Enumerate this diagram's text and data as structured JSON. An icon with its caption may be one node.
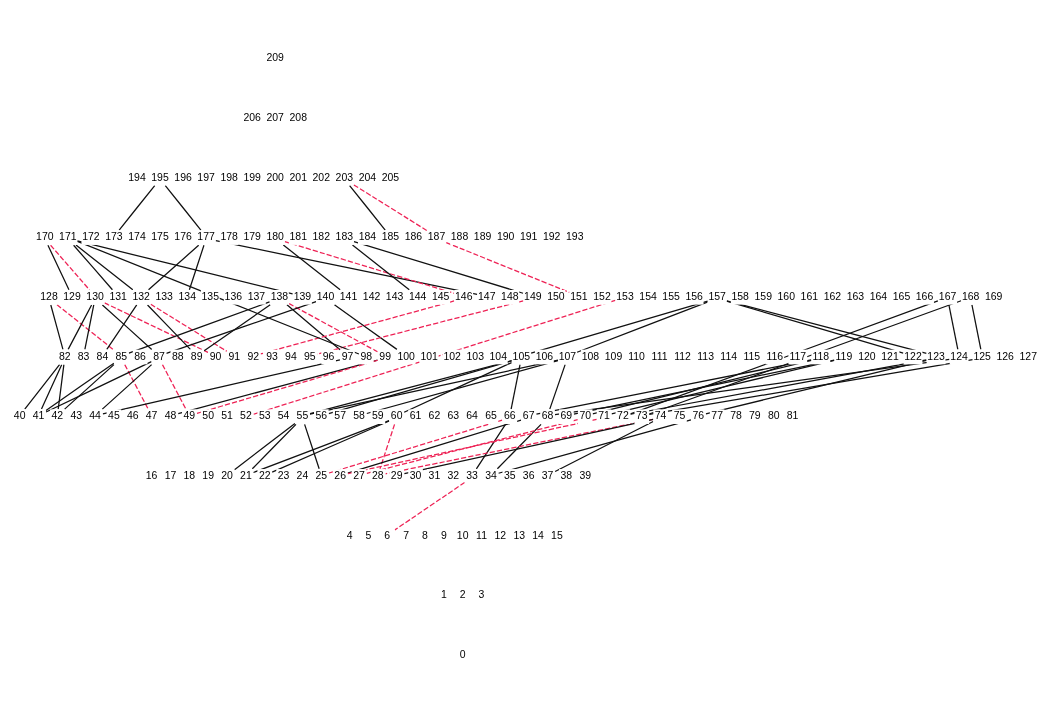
{
  "diagram": {
    "nodes": [
      {
        "text": [
          "0"
        ]
      },
      {
        "text": [
          "1"
        ]
      },
      {
        "text": [
          "2"
        ]
      },
      {
        "text": [
          "3"
        ]
      },
      {
        "text": [
          "4"
        ]
      },
      {
        "text": [
          "5"
        ]
      },
      {
        "text": [
          "6"
        ]
      },
      {
        "text": [
          "7"
        ]
      },
      {
        "text": [
          "8"
        ]
      },
      {
        "text": [
          "9"
        ]
      },
      {
        "text": [
          "10"
        ]
      },
      {
        "text": [
          "11"
        ]
      },
      {
        "text": [
          "12"
        ]
      },
      {
        "text": [
          "13"
        ]
      },
      {
        "text": [
          "14"
        ]
      },
      {
        "text": [
          "15"
        ]
      },
      {
        "text": [
          "16"
        ]
      },
      {
        "text": [
          "17"
        ]
      },
      {
        "text": [
          "18"
        ]
      },
      {
        "text": [
          "19"
        ]
      },
      {
        "text": [
          "20"
        ]
      },
      {
        "text": [
          "21"
        ]
      },
      {
        "text": [
          "22"
        ]
      },
      {
        "text": [
          "23"
        ]
      },
      {
        "text": [
          "24"
        ]
      },
      {
        "text": [
          "25"
        ]
      },
      {
        "text": [
          "26"
        ]
      },
      {
        "text": [
          "27"
        ]
      },
      {
        "text": [
          "28"
        ]
      },
      {
        "text": [
          "29"
        ]
      },
      {
        "text": [
          "30"
        ]
      },
      {
        "text": [
          "31"
        ]
      },
      {
        "text": [
          "32"
        ]
      },
      {
        "text": [
          "33"
        ]
      },
      {
        "text": [
          "34"
        ]
      },
      {
        "text": [
          "35"
        ]
      },
      {
        "text": [
          "36"
        ]
      },
      {
        "text": [
          "37"
        ]
      },
      {
        "text": [
          "38"
        ]
      },
      {
        "text": [
          "39"
        ]
      },
      {
        "text": [
          "40"
        ]
      },
      {
        "text": [
          "41"
        ]
      },
      {
        "text": [
          "42"
        ]
      },
      {
        "text": [
          "43"
        ]
      },
      {
        "text": [
          "44"
        ]
      },
      {
        "text": [
          "45"
        ]
      },
      {
        "text": [
          "46"
        ]
      },
      {
        "text": [
          "47"
        ]
      },
      {
        "text": [
          "48"
        ]
      },
      {
        "text": [
          "49"
        ]
      },
      {
        "text": [
          "50"
        ]
      },
      {
        "text": [
          "51"
        ]
      },
      {
        "text": [
          "52"
        ]
      },
      {
        "text": [
          "53"
        ]
      },
      {
        "text": [
          "54"
        ]
      },
      {
        "text": [
          "55"
        ]
      },
      {
        "text": [
          "56"
        ]
      },
      {
        "text": [
          "57"
        ]
      },
      {
        "text": [
          "58"
        ]
      },
      {
        "text": [
          "59"
        ]
      },
      {
        "text": [
          "60"
        ]
      },
      {
        "text": [
          "61"
        ]
      },
      {
        "text": [
          "62"
        ]
      },
      {
        "text": [
          "63"
        ]
      },
      {
        "text": [
          "64"
        ]
      },
      {
        "text": [
          "65"
        ]
      },
      {
        "text": [
          "66"
        ]
      },
      {
        "text": [
          "67"
        ]
      },
      {
        "text": [
          "68"
        ]
      },
      {
        "text": [
          "69"
        ]
      },
      {
        "text": [
          "70"
        ]
      },
      {
        "text": [
          "71"
        ]
      },
      {
        "text": [
          "72"
        ]
      },
      {
        "text": [
          "73"
        ]
      },
      {
        "text": [
          "74"
        ]
      },
      {
        "text": [
          "75"
        ]
      },
      {
        "text": [
          "76"
        ]
      },
      {
        "text": [
          "77"
        ]
      },
      {
        "text": [
          "78"
        ]
      },
      {
        "text": [
          "79"
        ]
      },
      {
        "text": [
          "80"
        ]
      },
      {
        "text": [
          "81"
        ]
      },
      {
        "text": [
          "82"
        ]
      },
      {
        "text": [
          "83"
        ]
      },
      {
        "text": [
          "84"
        ]
      },
      {
        "text": [
          "85"
        ]
      },
      {
        "text": [
          "86"
        ]
      },
      {
        "text": [
          "87"
        ]
      },
      {
        "text": [
          "88"
        ]
      },
      {
        "text": [
          "89"
        ]
      },
      {
        "text": [
          "90"
        ]
      },
      {
        "text": [
          "91"
        ]
      },
      {
        "text": [
          "92"
        ]
      },
      {
        "text": [
          "93"
        ]
      },
      {
        "text": [
          "94"
        ]
      },
      {
        "text": [
          "95"
        ]
      },
      {
        "text": [
          "96"
        ]
      },
      {
        "text": [
          "97"
        ]
      },
      {
        "text": [
          "98"
        ]
      },
      {
        "text": [
          "99"
        ]
      },
      {
        "text": [
          "100"
        ]
      },
      {
        "text": [
          "101"
        ]
      },
      {
        "text": [
          "102"
        ]
      },
      {
        "text": [
          "103"
        ]
      },
      {
        "text": [
          "104"
        ]
      },
      {
        "text": [
          "105"
        ]
      },
      {
        "text": [
          "106"
        ]
      },
      {
        "text": [
          "107"
        ]
      },
      {
        "text": [
          "108"
        ]
      },
      {
        "text": [
          "109"
        ]
      },
      {
        "text": [
          "110"
        ]
      },
      {
        "text": [
          "111"
        ]
      },
      {
        "text": [
          "112"
        ]
      },
      {
        "text": [
          "113"
        ]
      },
      {
        "text": [
          "114"
        ]
      },
      {
        "text": [
          "115"
        ]
      },
      {
        "text": [
          "116"
        ]
      },
      {
        "text": [
          "117"
        ]
      },
      {
        "text": [
          "118"
        ]
      },
      {
        "text": [
          "119"
        ]
      },
      {
        "text": [
          "120"
        ]
      },
      {
        "text": [
          "121"
        ]
      },
      {
        "text": [
          "122"
        ]
      },
      {
        "text": [
          "123"
        ]
      },
      {
        "text": [
          "124"
        ]
      },
      {
        "text": [
          "125"
        ]
      },
      {
        "text": [
          "126"
        ]
      },
      {
        "text": [
          "127"
        ]
      },
      {
        "text": [
          "128"
        ]
      },
      {
        "text": [
          "129"
        ]
      },
      {
        "text": [
          "130"
        ]
      },
      {
        "text": [
          "131"
        ]
      },
      {
        "text": [
          "132"
        ]
      },
      {
        "text": [
          "133"
        ]
      },
      {
        "text": [
          "134"
        ]
      },
      {
        "text": [
          "135"
        ]
      },
      {
        "text": [
          "136"
        ]
      },
      {
        "text": [
          "137"
        ]
      },
      {
        "text": [
          "138"
        ]
      },
      {
        "text": [
          "139"
        ]
      },
      {
        "text": [
          "140"
        ]
      },
      {
        "text": [
          "141"
        ]
      },
      {
        "text": [
          "142"
        ]
      },
      {
        "text": [
          "143"
        ]
      },
      {
        "text": [
          "144"
        ]
      },
      {
        "text": [
          "145"
        ]
      },
      {
        "text": [
          "146"
        ]
      },
      {
        "text": [
          "147"
        ]
      },
      {
        "text": [
          "148"
        ]
      },
      {
        "text": [
          "149"
        ]
      },
      {
        "text": [
          "150"
        ]
      },
      {
        "text": [
          "151"
        ]
      },
      {
        "text": [
          "152"
        ]
      },
      {
        "text": [
          "153"
        ]
      },
      {
        "text": [
          "154"
        ]
      },
      {
        "text": [
          "155"
        ]
      },
      {
        "text": [
          "156"
        ]
      },
      {
        "text": [
          "157"
        ]
      },
      {
        "text": [
          "158"
        ]
      },
      {
        "text": [
          "159"
        ]
      },
      {
        "text": [
          "160"
        ]
      },
      {
        "text": [
          "161"
        ]
      },
      {
        "text": [
          "162"
        ]
      },
      {
        "text": [
          "163"
        ]
      },
      {
        "text": [
          "164"
        ]
      },
      {
        "text": [
          "165"
        ]
      },
      {
        "text": [
          "166"
        ]
      },
      {
        "text": [
          "167"
        ]
      },
      {
        "text": [
          "168"
        ]
      },
      {
        "text": [
          "169"
        ]
      },
      {
        "text": [
          "170"
        ]
      },
      {
        "text": [
          "171"
        ]
      },
      {
        "text": [
          "172"
        ]
      },
      {
        "text": [
          "173"
        ]
      },
      {
        "text": [
          "174"
        ]
      },
      {
        "text": [
          "175"
        ]
      },
      {
        "text": [
          "176"
        ]
      },
      {
        "text": [
          "177"
        ]
      },
      {
        "text": [
          "178"
        ]
      },
      {
        "text": [
          "179"
        ]
      },
      {
        "text": [
          "180"
        ]
      },
      {
        "text": [
          "181"
        ]
      },
      {
        "text": [
          "182"
        ]
      },
      {
        "text": [
          "183"
        ]
      },
      {
        "text": [
          "184"
        ]
      },
      {
        "text": [
          "185"
        ]
      },
      {
        "text": [
          "186"
        ]
      },
      {
        "text": [
          "187"
        ]
      },
      {
        "text": [
          "188"
        ]
      },
      {
        "text": [
          "189"
        ]
      },
      {
        "text": [
          "190"
        ]
      },
      {
        "text": [
          "191"
        ]
      },
      {
        "text": [
          "192"
        ]
      },
      {
        "text": [
          "193"
        ]
      },
      {
        "text": [
          "194"
        ]
      },
      {
        "text": [
          "195"
        ]
      },
      {
        "text": [
          "196"
        ]
      },
      {
        "text": [
          "197"
        ]
      },
      {
        "text": [
          "198"
        ]
      },
      {
        "text": [
          "199"
        ]
      },
      {
        "text": [
          "200"
        ]
      },
      {
        "text": [
          "201"
        ]
      },
      {
        "text": [
          "202"
        ]
      },
      {
        "text": [
          "203"
        ]
      },
      {
        "text": [
          "204"
        ]
      },
      {
        "text": [
          "205"
        ]
      },
      {
        "text": [
          "206"
        ]
      },
      {
        "text": [
          "207"
        ]
      },
      {
        "text": [
          "208"
        ]
      },
      {
        "text": [
          "209"
        ]
      }
    ],
    "edges": [
      {
        "from": 195,
        "to": 173,
        "arrow": "none"
      },
      {
        "from": 195,
        "to": 177,
        "arrow": "none"
      },
      {
        "from": 203,
        "to": 185,
        "arrow": "none"
      },
      {
        "from": 203,
        "to": 187,
        "arrow": "none",
        "style": "dashed",
        "color": "#ee2255"
      },
      {
        "from": 187,
        "to": 151,
        "arrow": "none",
        "style": "dashed",
        "color": "#ee2255"
      },
      {
        "from": 170,
        "to": 129,
        "arrow": "none"
      },
      {
        "from": 170,
        "to": 130,
        "arrow": "none",
        "style": "dashed",
        "color": "#ee2255"
      },
      {
        "from": 171,
        "to": 131,
        "arrow": "none"
      },
      {
        "from": 171,
        "to": 132,
        "arrow": "none"
      },
      {
        "from": 171,
        "to": 139,
        "arrow": "none"
      },
      {
        "from": 171,
        "to": 98,
        "arrow": "none"
      },
      {
        "from": 177,
        "to": 132,
        "arrow": "none"
      },
      {
        "from": 177,
        "to": 134,
        "arrow": "none"
      },
      {
        "from": 177,
        "to": 147,
        "arrow": "none"
      },
      {
        "from": 180,
        "to": 141,
        "arrow": "none"
      },
      {
        "from": 180,
        "to": 146,
        "arrow": "none",
        "style": "dashed",
        "color": "#ee2255"
      },
      {
        "from": 183,
        "to": 144,
        "arrow": "none"
      },
      {
        "from": 183,
        "to": 149,
        "arrow": "none"
      },
      {
        "from": 128,
        "to": 82,
        "arrow": "none"
      },
      {
        "from": 128,
        "to": 85,
        "arrow": "none",
        "style": "dashed",
        "color": "#ee2255"
      },
      {
        "from": 130,
        "to": 82,
        "arrow": "none"
      },
      {
        "from": 130,
        "to": 83,
        "arrow": "none"
      },
      {
        "from": 130,
        "to": 87,
        "arrow": "none"
      },
      {
        "from": 130,
        "to": 90,
        "arrow": "none",
        "style": "dashed",
        "color": "#ee2255"
      },
      {
        "from": 132,
        "to": 84,
        "arrow": "none"
      },
      {
        "from": 132,
        "to": 89,
        "arrow": "none"
      },
      {
        "from": 132,
        "to": 91,
        "arrow": "none",
        "style": "dashed",
        "color": "#ee2255"
      },
      {
        "from": 138,
        "to": 85,
        "arrow": "none"
      },
      {
        "from": 138,
        "to": 89,
        "arrow": "none"
      },
      {
        "from": 138,
        "to": 97,
        "arrow": "none"
      },
      {
        "from": 138,
        "to": 99,
        "arrow": "none",
        "style": "dashed",
        "color": "#ee2255"
      },
      {
        "from": 140,
        "to": 87,
        "arrow": "none"
      },
      {
        "from": 140,
        "to": 100,
        "arrow": "none"
      },
      {
        "from": 146,
        "to": 92,
        "arrow": "none",
        "style": "dashed",
        "color": "#ee2255"
      },
      {
        "from": 149,
        "to": 95,
        "arrow": "none",
        "style": "dashed",
        "color": "#ee2255"
      },
      {
        "from": 153,
        "to": 52,
        "arrow": "none",
        "style": "dashed",
        "color": "#ee2255"
      },
      {
        "from": 157,
        "to": 105,
        "arrow": "none"
      },
      {
        "from": 157,
        "to": 107,
        "arrow": "none"
      },
      {
        "from": 157,
        "to": 122,
        "arrow": "none"
      },
      {
        "from": 157,
        "to": 123,
        "arrow": "none"
      },
      {
        "from": 167,
        "to": 72,
        "arrow": "none"
      },
      {
        "from": 167,
        "to": 124,
        "arrow": "none"
      },
      {
        "from": 168,
        "to": 73,
        "arrow": "none"
      },
      {
        "from": 168,
        "to": 125,
        "arrow": "none"
      },
      {
        "from": 82,
        "to": 40,
        "arrow": "none"
      },
      {
        "from": 82,
        "to": 41,
        "arrow": "none"
      },
      {
        "from": 82,
        "to": 42,
        "arrow": "none"
      },
      {
        "from": 85,
        "to": 41,
        "arrow": "none"
      },
      {
        "from": 85,
        "to": 42,
        "arrow": "none"
      },
      {
        "from": 85,
        "to": 47,
        "arrow": "none",
        "style": "dashed",
        "color": "#ee2255"
      },
      {
        "from": 87,
        "to": 41,
        "arrow": "none"
      },
      {
        "from": 87,
        "to": 44,
        "arrow": "none"
      },
      {
        "from": 87,
        "to": 49,
        "arrow": "none",
        "style": "dashed",
        "color": "#ee2255"
      },
      {
        "from": 97,
        "to": 44,
        "arrow": "none"
      },
      {
        "from": 99,
        "to": 48,
        "arrow": "none"
      },
      {
        "from": 99,
        "to": 49,
        "arrow": "none",
        "style": "dashed",
        "color": "#ee2255"
      },
      {
        "from": 105,
        "to": 55,
        "arrow": "none"
      },
      {
        "from": 105,
        "to": 56,
        "arrow": "none"
      },
      {
        "from": 105,
        "to": 60,
        "arrow": "none"
      },
      {
        "from": 105,
        "to": 66,
        "arrow": "none"
      },
      {
        "from": 107,
        "to": 55,
        "arrow": "none"
      },
      {
        "from": 107,
        "to": 58,
        "arrow": "none"
      },
      {
        "from": 107,
        "to": 68,
        "arrow": "none"
      },
      {
        "from": 118,
        "to": 67,
        "arrow": "none"
      },
      {
        "from": 118,
        "to": 70,
        "arrow": "none"
      },
      {
        "from": 119,
        "to": 69,
        "arrow": "none"
      },
      {
        "from": 119,
        "to": 71,
        "arrow": "none"
      },
      {
        "from": 123,
        "to": 72,
        "arrow": "none"
      },
      {
        "from": 123,
        "to": 76,
        "arrow": "none"
      },
      {
        "from": 124,
        "to": 68,
        "arrow": "none"
      },
      {
        "from": 125,
        "to": 73,
        "arrow": "none"
      },
      {
        "from": 55,
        "to": 20,
        "arrow": "none"
      },
      {
        "from": 55,
        "to": 21,
        "arrow": "none"
      },
      {
        "from": 55,
        "to": 25,
        "arrow": "none"
      },
      {
        "from": 60,
        "to": 21,
        "arrow": "none"
      },
      {
        "from": 60,
        "to": 22,
        "arrow": "none"
      },
      {
        "from": 60,
        "to": 28,
        "arrow": "none",
        "style": "dashed",
        "color": "#ee2255"
      },
      {
        "from": 66,
        "to": 33,
        "arrow": "none"
      },
      {
        "from": 66,
        "to": 25,
        "arrow": "none",
        "style": "dashed",
        "color": "#ee2255"
      },
      {
        "from": 67,
        "to": 26,
        "arrow": "none"
      },
      {
        "from": 68,
        "to": 34,
        "arrow": "none"
      },
      {
        "from": 70,
        "to": 27,
        "arrow": "none",
        "style": "dashed",
        "color": "#ee2255"
      },
      {
        "from": 71,
        "to": 26,
        "arrow": "none",
        "style": "dashed",
        "color": "#ee2255"
      },
      {
        "from": 74,
        "to": 28,
        "arrow": "none",
        "style": "dashed",
        "color": "#ee2255"
      },
      {
        "from": 74,
        "to": 29,
        "arrow": "none"
      },
      {
        "from": 74,
        "to": 37,
        "arrow": "none"
      },
      {
        "from": 76,
        "to": 34,
        "arrow": "none"
      },
      {
        "from": 33,
        "to": 6,
        "arrow": "none",
        "style": "dashed",
        "color": "#ee2255"
      }
    ]
  }
}
